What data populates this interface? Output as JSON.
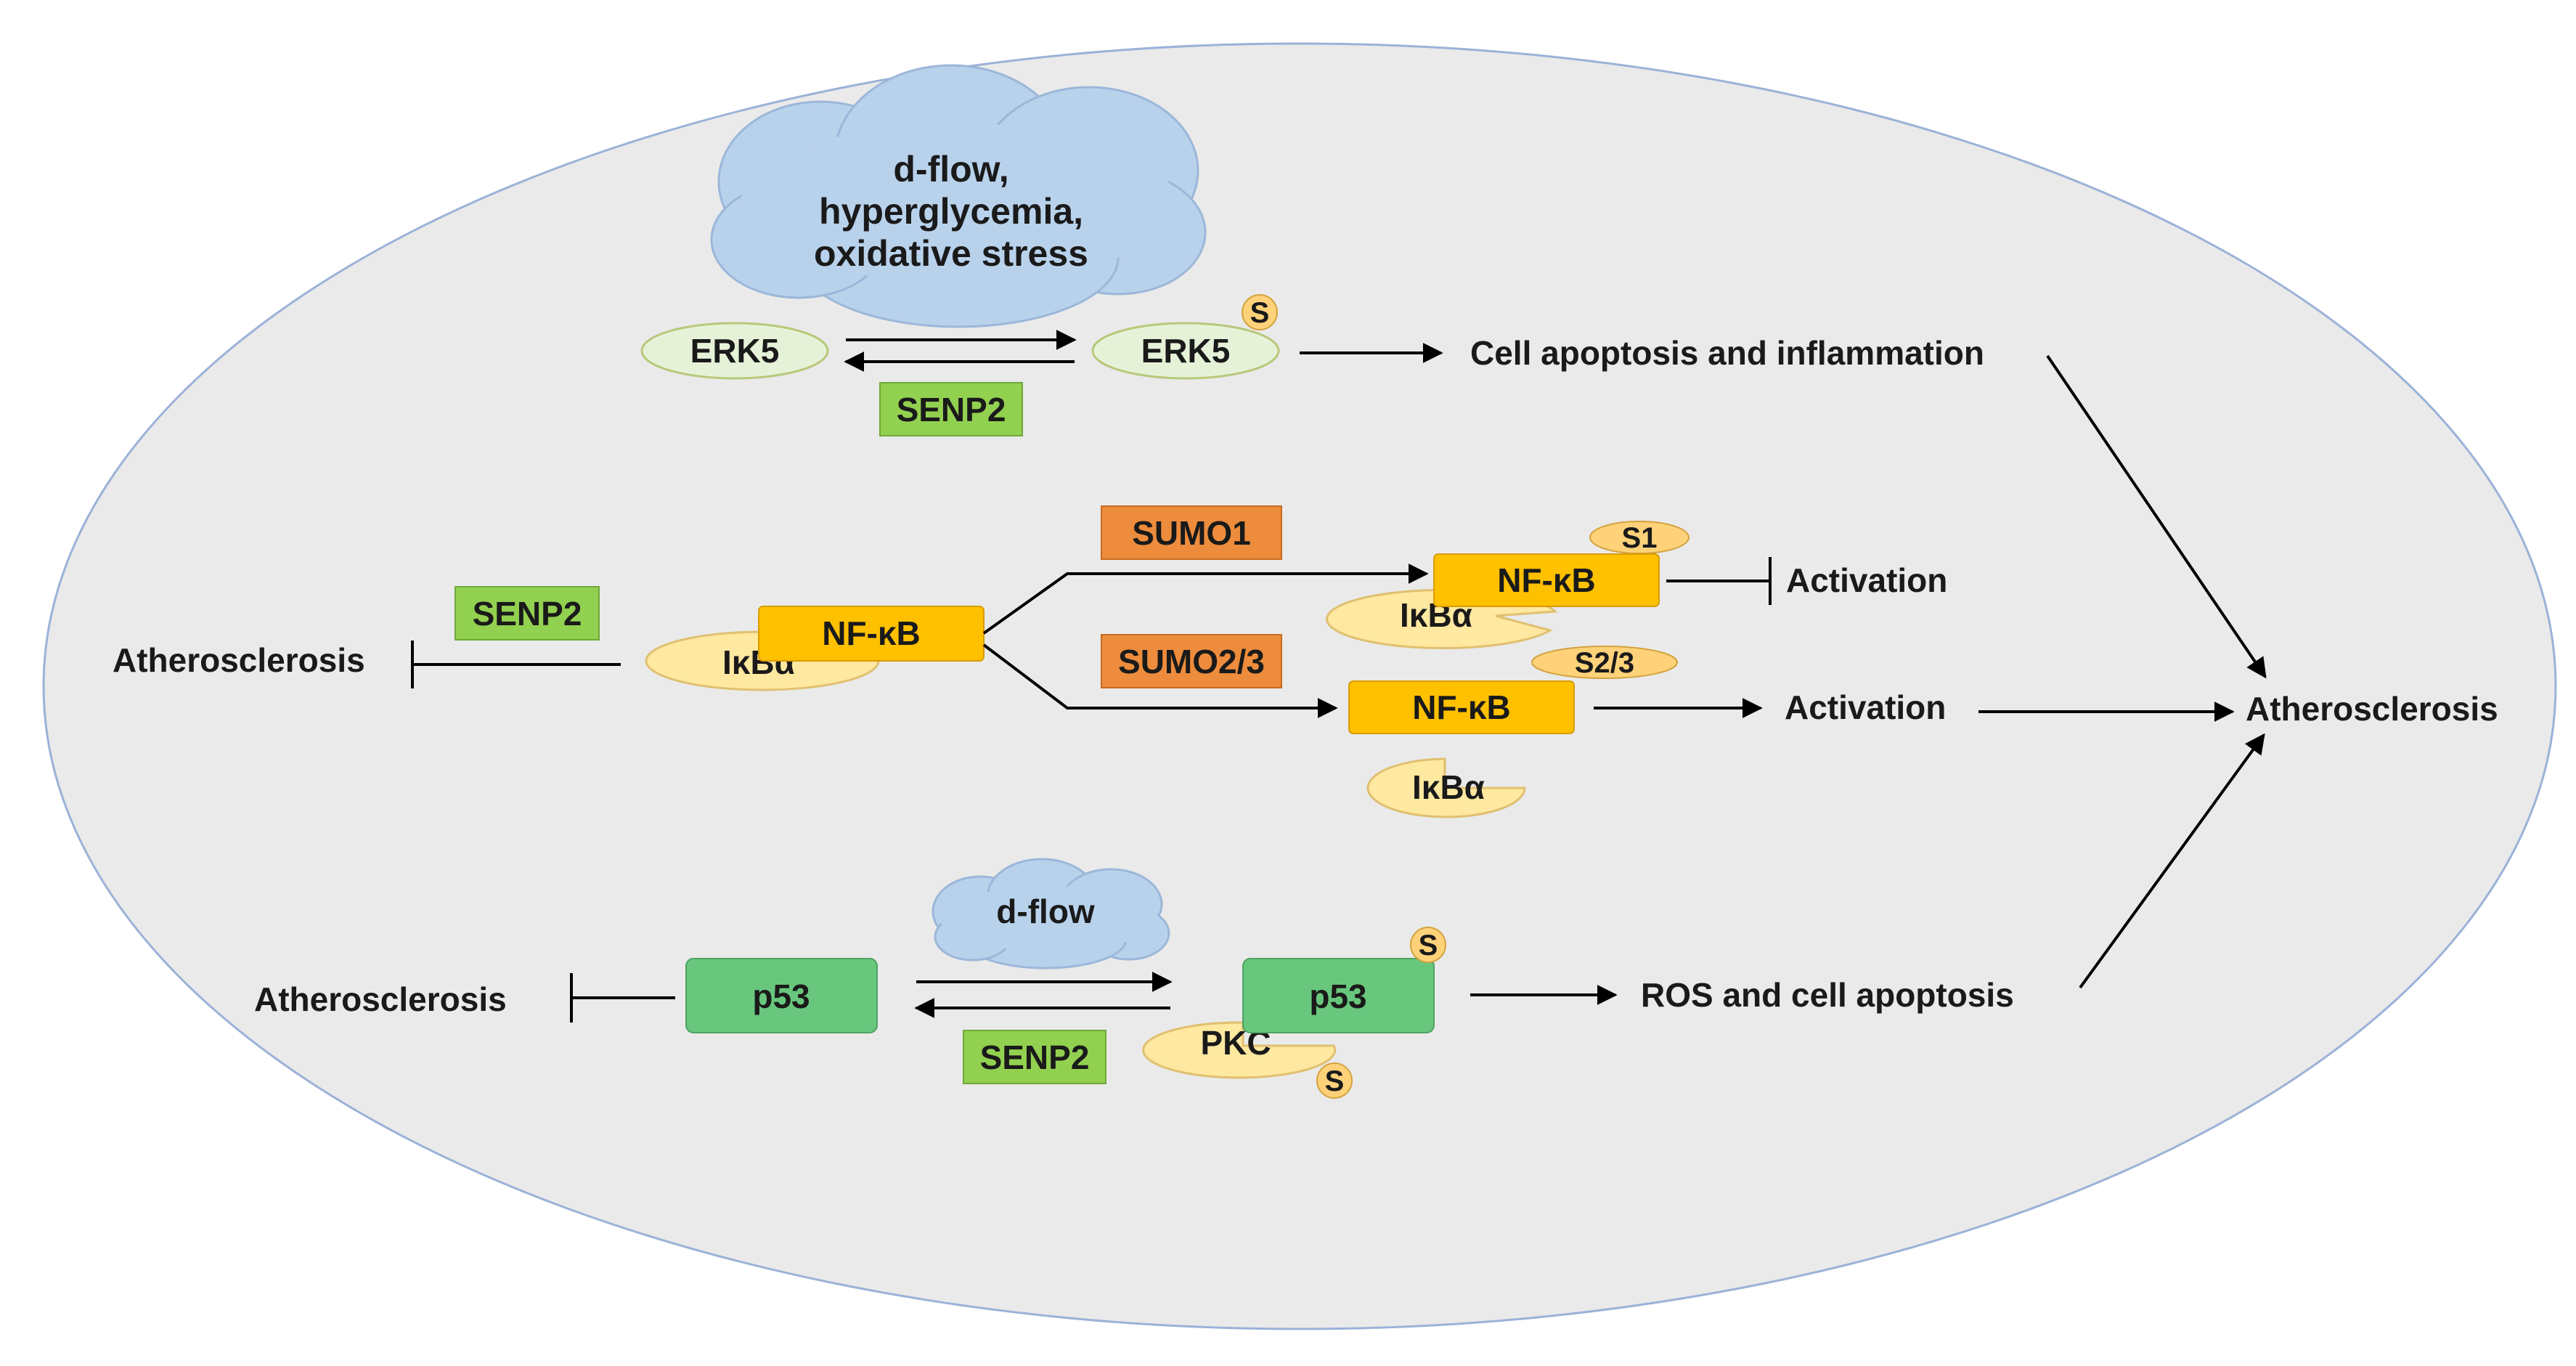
{
  "colors": {
    "cell_fill": "#eaeaea",
    "cell_stroke": "#9bb2d8",
    "cloud_fill": "#b9d2ec",
    "erk5_fill": "#e6f2d8",
    "senp2_fill": "#92d050",
    "sumo_fill": "#ed8c3c",
    "nfkb_fill": "#ffc000",
    "ikba_fill": "#ffe8a0",
    "p53_fill": "#68c77d",
    "tag_fill": "#ffd27a"
  },
  "cloud_top": {
    "lines": [
      "d-flow,",
      "hyperglycemia,",
      "oxidative stress"
    ]
  },
  "cloud_bottom": {
    "label": "d-flow"
  },
  "erk5": {
    "left": "ERK5",
    "right": "ERK5",
    "tag": "S",
    "enzyme": "SENP2",
    "outcome": "Cell apoptosis and inflammation"
  },
  "nfkb": {
    "senp2": "SENP2",
    "inhibits": "Atherosclerosis",
    "complex_nfkb": "NF-κB",
    "complex_ikba": "IκBα",
    "sumo1": "SUMO1",
    "sumo23": "SUMO2/3",
    "s1_nfkb": "NF-κB",
    "s1_ikba": "IκBα",
    "s1_tag": "S1",
    "s1_result": "Activation",
    "s23_nfkb": "NF-κB",
    "s23_ikba": "IκBα",
    "s23_tag": "S2/3",
    "s23_result": "Activation"
  },
  "p53": {
    "inhibits": "Atherosclerosis",
    "left": "p53",
    "right": "p53",
    "tag": "S",
    "pkc": "PKC",
    "pkc_tag": "S",
    "enzyme": "SENP2",
    "outcome": "ROS and cell apoptosis"
  },
  "result": "Atherosclerosis"
}
